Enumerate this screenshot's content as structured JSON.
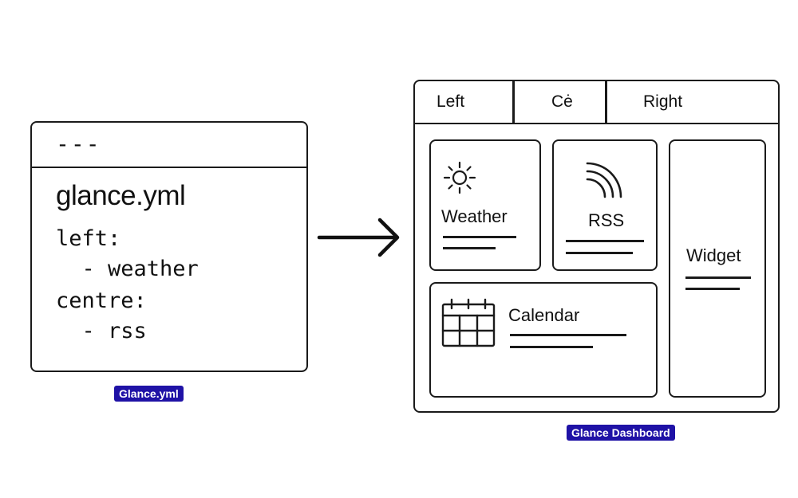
{
  "file": {
    "header": "---",
    "name": "glance.yml",
    "lines": [
      "left:",
      "  - weather",
      "centre:",
      "  - rss"
    ],
    "caption": "Glance.yml"
  },
  "dashboard": {
    "tabs": [
      "Left",
      "Cė",
      "Right"
    ],
    "widgets": {
      "weather": "Weather",
      "rss": "RSS",
      "calendar": "Calendar",
      "widget": "Widget"
    },
    "caption": "Glance Dashboard"
  },
  "colors": {
    "caption_bg": "#1f12a6",
    "stroke": "#1a1a1a"
  },
  "icons": [
    "sun-icon",
    "rss-icon",
    "calendar-icon",
    "arrow-right-icon"
  ]
}
